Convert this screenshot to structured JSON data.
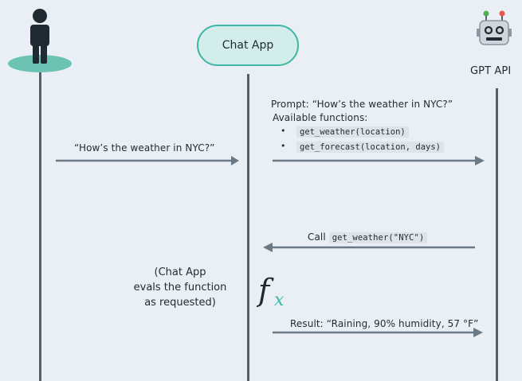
{
  "participants": {
    "chat_app": "Chat App",
    "gpt_api": "GPT API"
  },
  "messages": {
    "user_question": "“How’s the weather in NYC?”",
    "prompt_line": "Prompt: “How’s the weather in NYC?”",
    "available_functions_label": "Available functions:",
    "functions": [
      "get_weather(location)",
      "get_forecast(location, days)"
    ],
    "call_prefix": "Call",
    "call_code": "get_weather(\"NYC\")",
    "result": "Result: “Raining, 90% humidity, 57 °F”"
  },
  "note": {
    "line1": "(Chat App",
    "line2": "evals the function",
    "line3": "as requested)"
  },
  "icons": {
    "user": "person-icon",
    "api": "robot-icon",
    "function": "function-fx-icon"
  },
  "colors": {
    "background": "#e9eff4",
    "accent": "#3fb7a6",
    "chat_fill": "#d3eeea",
    "arrow": "#6b7885",
    "lifeline": "#55606b",
    "fx_f": "#1f2a33",
    "fx_x": "#3fb7a6"
  }
}
